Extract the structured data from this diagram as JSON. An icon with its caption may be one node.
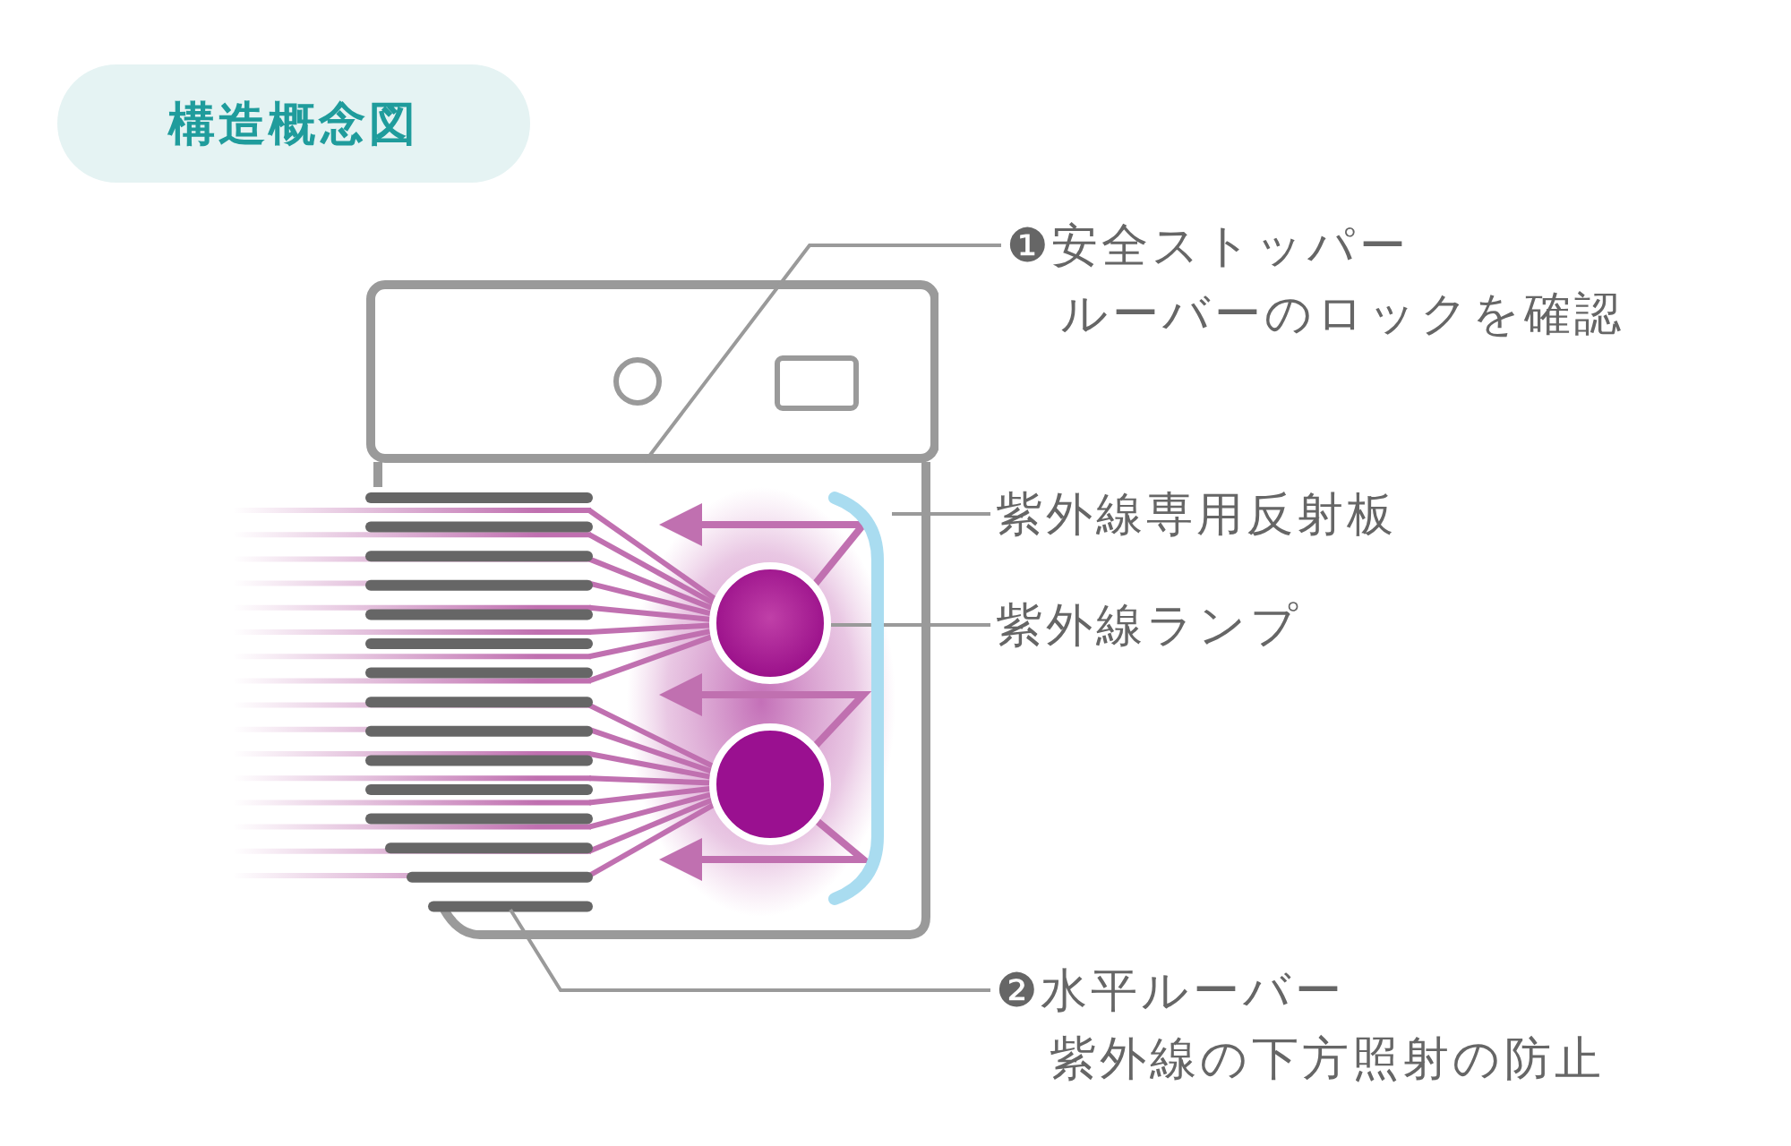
{
  "diagram": {
    "title": "構造概念図",
    "nodes": [
      {
        "text": [
          "❶安全ストッパー",
          "ルーバーのロックを確認"
        ]
      },
      {
        "text": [
          "紫外線専用反射板"
        ]
      },
      {
        "text": [
          "紫外線ランプ"
        ]
      },
      {
        "text": [
          "❷水平ルーバー",
          "紫外線の下方照射の防止"
        ]
      },
      {
        "text": [],
        "shape": "bar"
      },
      {
        "text": [],
        "shape": "circle"
      }
    ],
    "edges": [
      {
        "from": 0,
        "to": null,
        "arrow": "none"
      },
      {
        "from": 1,
        "to": 4,
        "arrow": "none"
      },
      {
        "from": 2,
        "to": 5,
        "arrow": "none"
      },
      {
        "from": 3,
        "to": null,
        "arrow": "none"
      }
    ]
  }
}
